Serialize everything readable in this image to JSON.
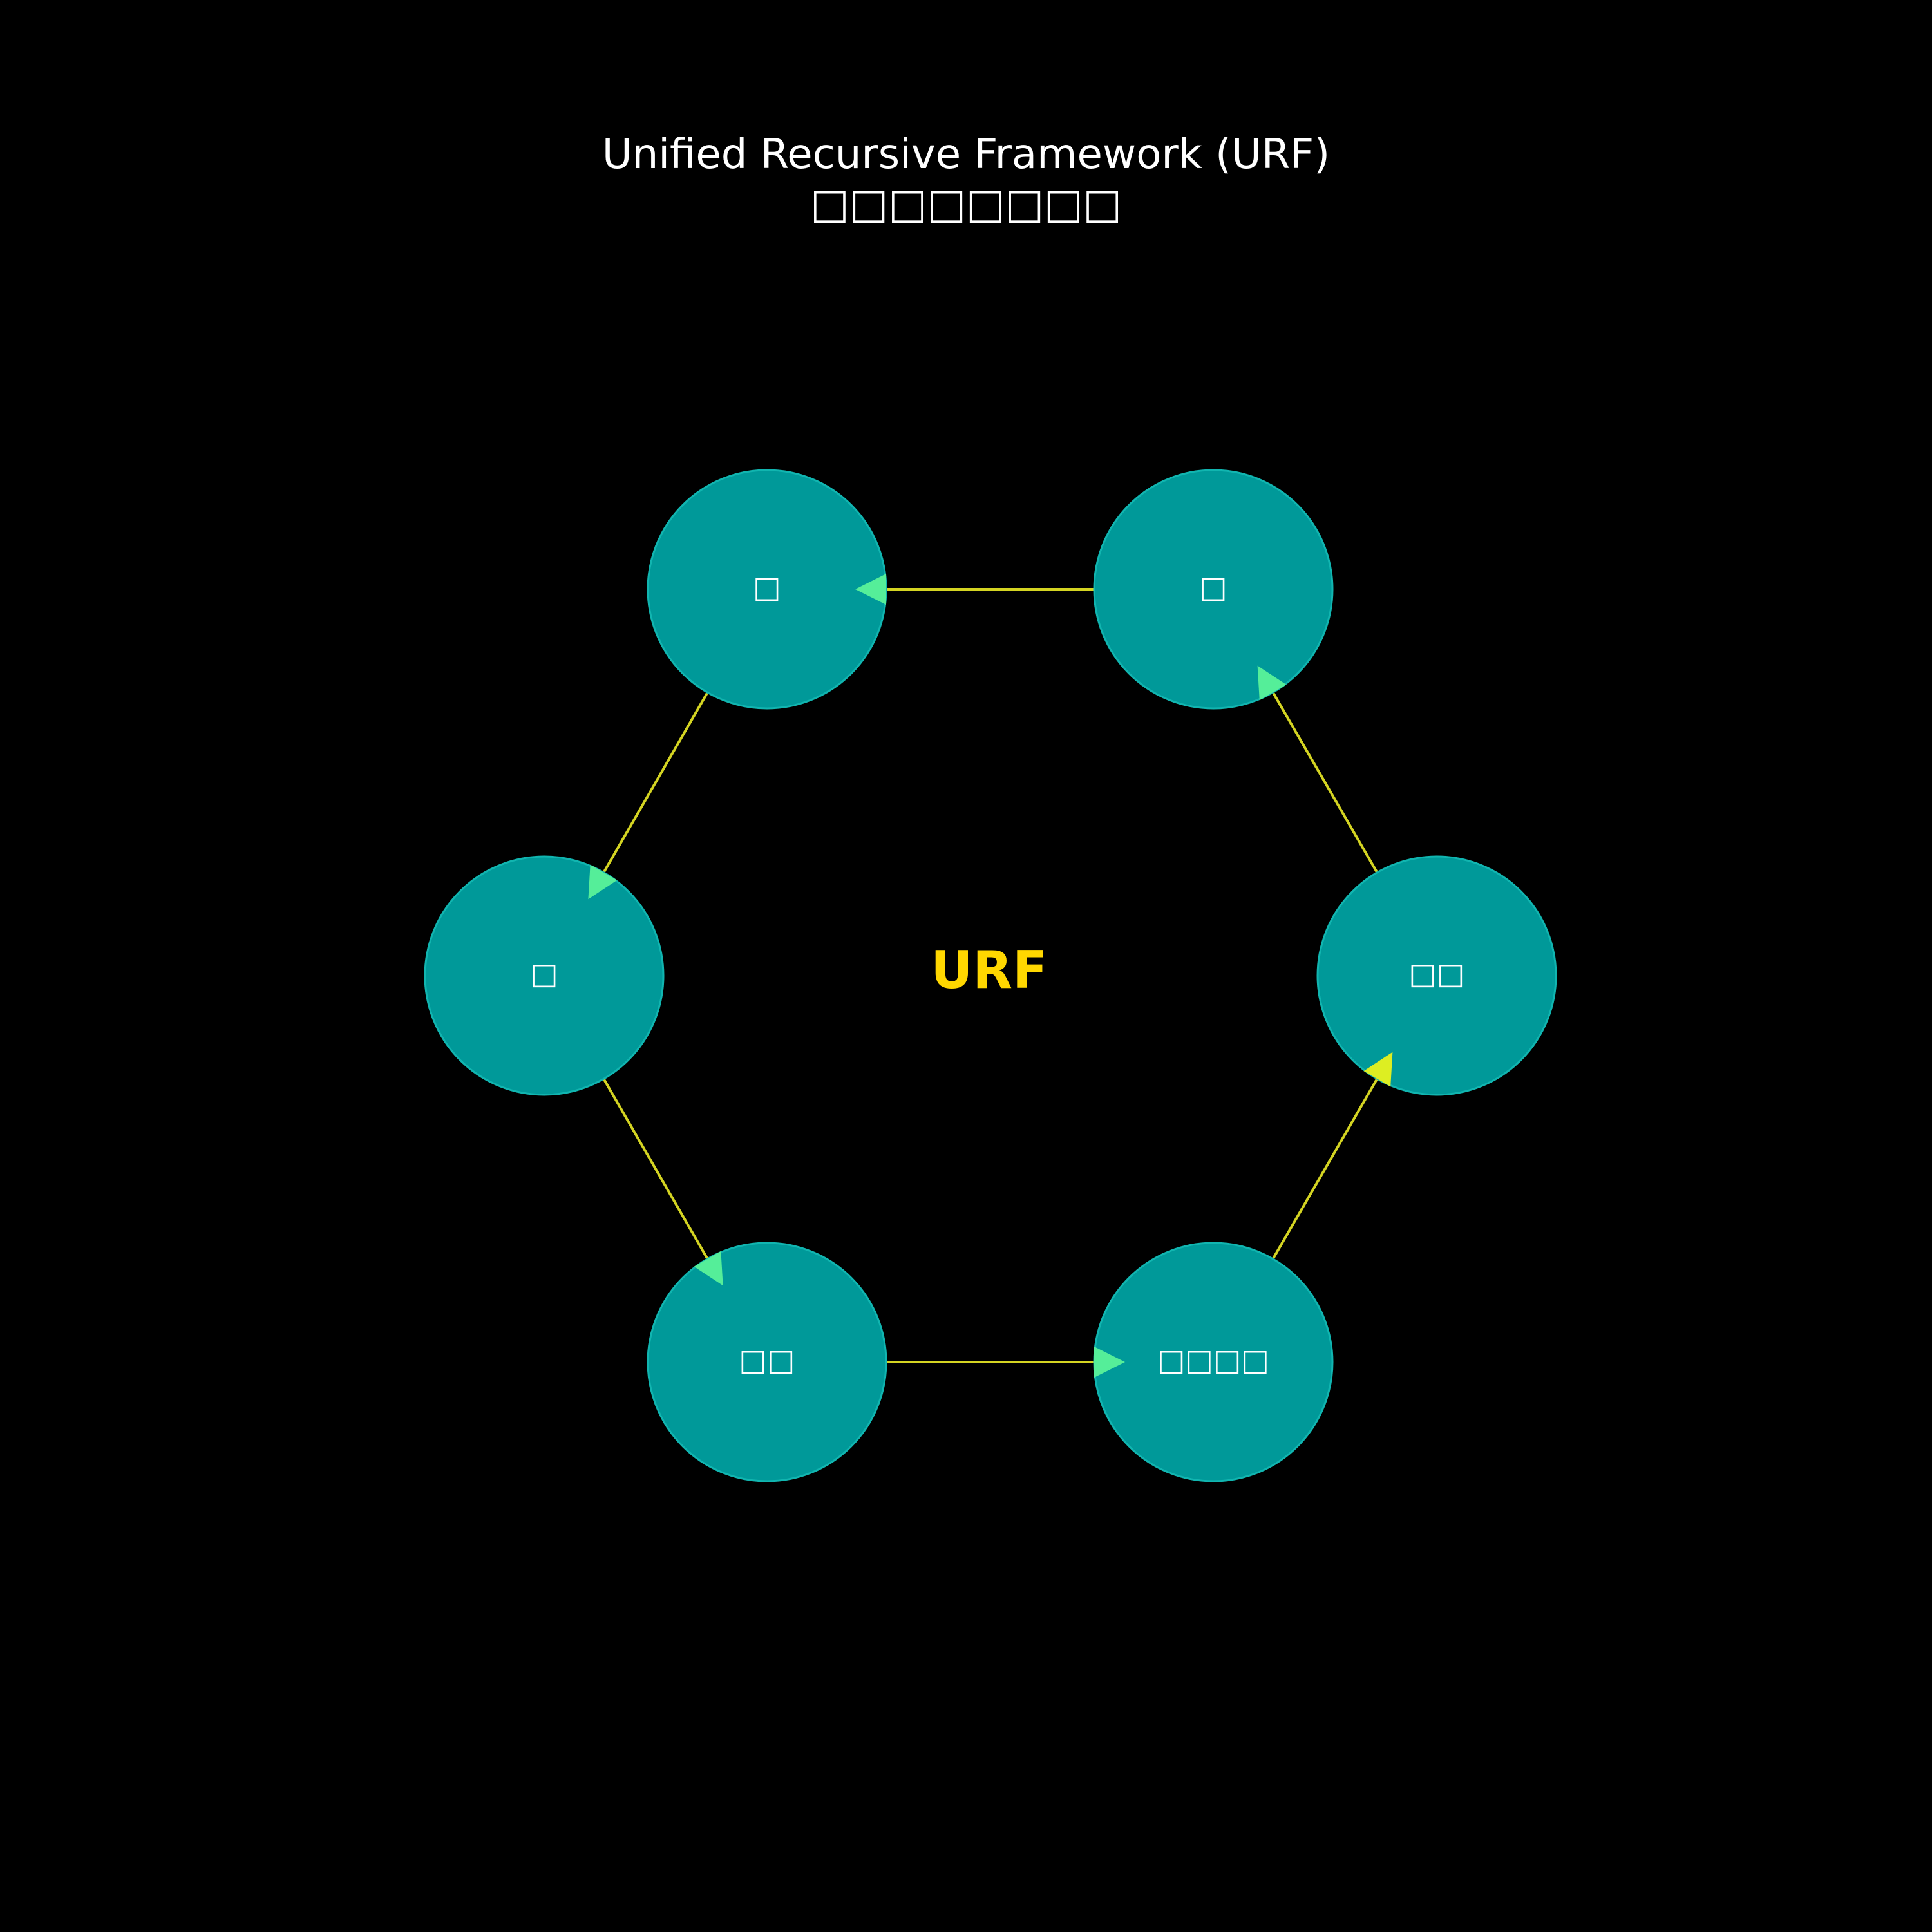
{
  "title": {
    "line1": "Unified Recursive Framework (URF)",
    "line2": "□□□□□□□□"
  },
  "center": {
    "label": "URF",
    "color": "#ffd700"
  },
  "colors": {
    "background": "#000000",
    "node_fill": "#009999",
    "node_stroke": "#11b5b0",
    "edge": "#d4d422",
    "arrow": "#55ee99",
    "arrow_alt": "#ddee22",
    "text": "#ffffff"
  },
  "nodes": [
    {
      "id": "n-top-left",
      "label": "□"
    },
    {
      "id": "n-top-right",
      "label": "□"
    },
    {
      "id": "n-right",
      "label": "□□"
    },
    {
      "id": "n-bottom-right",
      "label": "□□□□"
    },
    {
      "id": "n-bottom-left",
      "label": "□□"
    },
    {
      "id": "n-left",
      "label": "□"
    }
  ],
  "edges": [
    {
      "from": "n-top-right",
      "to": "n-top-left",
      "arrow": "arrow"
    },
    {
      "from": "n-top-left",
      "to": "n-left",
      "arrow": "arrow"
    },
    {
      "from": "n-left",
      "to": "n-bottom-left",
      "arrow": "arrow"
    },
    {
      "from": "n-bottom-left",
      "to": "n-bottom-right",
      "arrow": "arrow"
    },
    {
      "from": "n-bottom-right",
      "to": "n-right",
      "arrow": "arrow_alt"
    },
    {
      "from": "n-right",
      "to": "n-top-right",
      "arrow": "arrow"
    }
  ]
}
